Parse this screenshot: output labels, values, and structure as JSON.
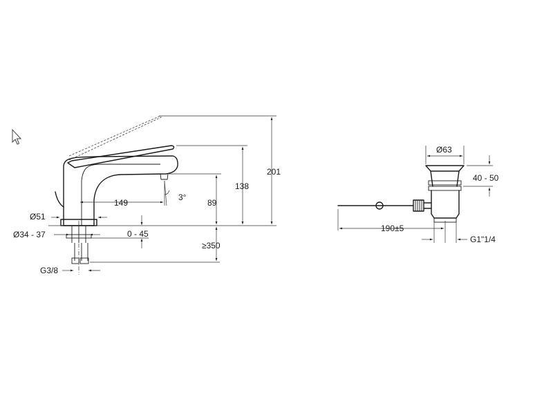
{
  "faucet": {
    "height_total": "201",
    "height_lever": "138",
    "height_spout": "89",
    "spout_reach": "149",
    "spout_angle": "3°",
    "base_diameter": "Ø51",
    "hole_diameter": "Ø34 - 37",
    "deck_thickness": "0 - 45",
    "hose_length": "≥350",
    "connection": "G3/8"
  },
  "waste": {
    "diameter": "Ø63",
    "height_range": "40 - 50",
    "rod_length": "190±5",
    "thread": "G1\"1/4"
  },
  "colors": {
    "line": "#1a1a1a",
    "background": "#ffffff"
  },
  "icons": {
    "cursor": "mouse-pointer-icon"
  }
}
